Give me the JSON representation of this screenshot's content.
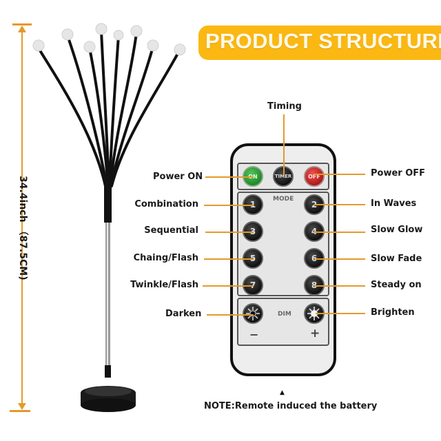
{
  "banner": {
    "title": "PRODUCT STRUCTURE",
    "color": "#fbb812"
  },
  "dimension": {
    "label": "34.4inch （87.5CM)",
    "line_color": "#e39a2b"
  },
  "remote": {
    "top_buttons": [
      {
        "text": "ON",
        "color": "#2a9a35"
      },
      {
        "text": "TIMER",
        "color": "#1a1a1a"
      },
      {
        "text": "OFF",
        "color": "#c62020"
      }
    ],
    "mode_label": "MODE",
    "mode_buttons": [
      "1",
      "2",
      "3",
      "4",
      "5",
      "6",
      "7",
      "8"
    ],
    "dim_label": "DIM",
    "minus": "−",
    "plus": "+"
  },
  "callouts": {
    "timing": "Timing",
    "power_on": "Power ON",
    "power_off": "Power OFF",
    "left": [
      "Combination",
      "Sequential",
      "Chaing/Flash",
      "Twinkle/Flash"
    ],
    "right": [
      "In Waves",
      "Slow Glow",
      "Slow Fade",
      "Steady on"
    ],
    "darken": "Darken",
    "brighten": "Brighten"
  },
  "note": {
    "arrow": "▲",
    "text": "NOTE:Remote induced the battery"
  }
}
